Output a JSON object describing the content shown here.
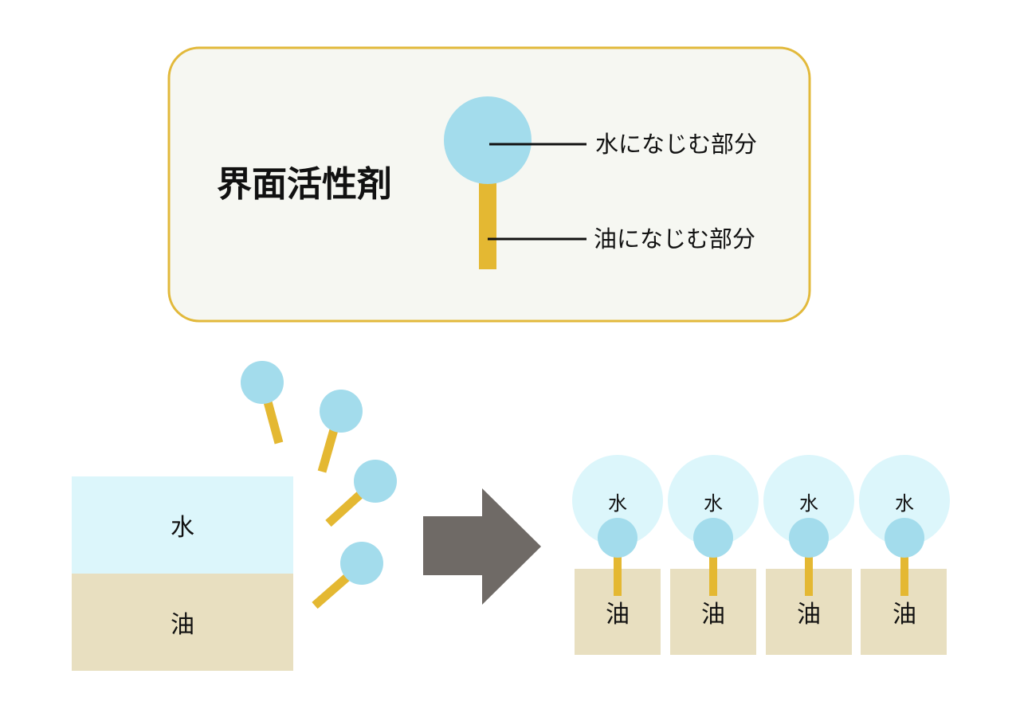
{
  "legend": {
    "title": "界面活性剤",
    "water_part_label": "水になじむ部分",
    "oil_part_label": "油になじむ部分"
  },
  "before": {
    "water_label": "水",
    "oil_label": "油"
  },
  "after": {
    "units": [
      {
        "water_label": "水",
        "oil_label": "油"
      },
      {
        "water_label": "水",
        "oil_label": "油"
      },
      {
        "water_label": "水",
        "oil_label": "油"
      },
      {
        "water_label": "水",
        "oil_label": "油"
      }
    ]
  },
  "colors": {
    "panel_border": "#e2b93b",
    "panel_fill": "#f6f7f2",
    "head": "#a3dcec",
    "tail": "#e4b832",
    "water": "#dcf6fb",
    "oil": "#e8dfc0",
    "arrow": "#6f6a66",
    "text": "#111111"
  }
}
